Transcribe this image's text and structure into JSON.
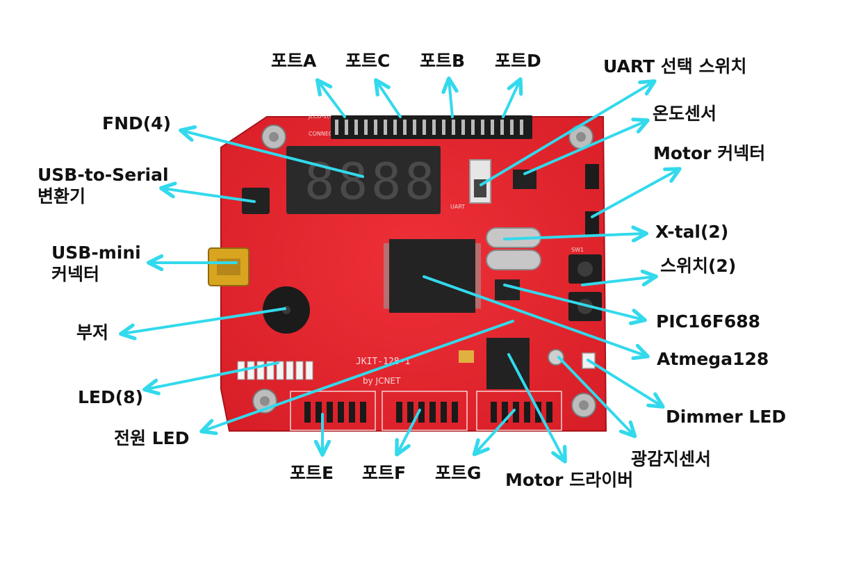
{
  "board": {
    "silk_top": "JLCD-2(4-1",
    "silk_connector": "CONNECTOR",
    "uart_silk": "UART",
    "sw_silk": "SW1",
    "model": "JKIT-128-1",
    "maker": "by JCNET",
    "fnd_digits": [
      "8",
      "8",
      "8",
      "8"
    ]
  },
  "colors": {
    "pcb": "#e8262f",
    "pcb_dark": "#c41820",
    "arrow": "#33d9ec",
    "label": "#111111",
    "background": "#ffffff"
  },
  "labels": {
    "port_a": "포트A",
    "port_c": "포트C",
    "port_b": "포트B",
    "port_d": "포트D",
    "uart_switch": "UART 선택 스위치",
    "temp_sensor": "온도센서",
    "motor_connector": "Motor 커넥터",
    "xtal": "X-tal(2)",
    "switch": "스위치(2)",
    "pic": "PIC16F688",
    "atmega": "Atmega128",
    "dimmer_led": "Dimmer LED",
    "light_sensor": "광감지센서",
    "motor_driver": "Motor 드라이버",
    "port_g": "포트G",
    "port_f": "포트F",
    "port_e": "포트E",
    "power_led": "전원 LED",
    "led8": "LED(8)",
    "buzzer": "부저",
    "usb_mini_1": "USB-mini",
    "usb_mini_2": "커넥터",
    "usb_serial_1": "USB-to-Serial",
    "usb_serial_2": "변환기",
    "fnd": "FND(4)"
  }
}
